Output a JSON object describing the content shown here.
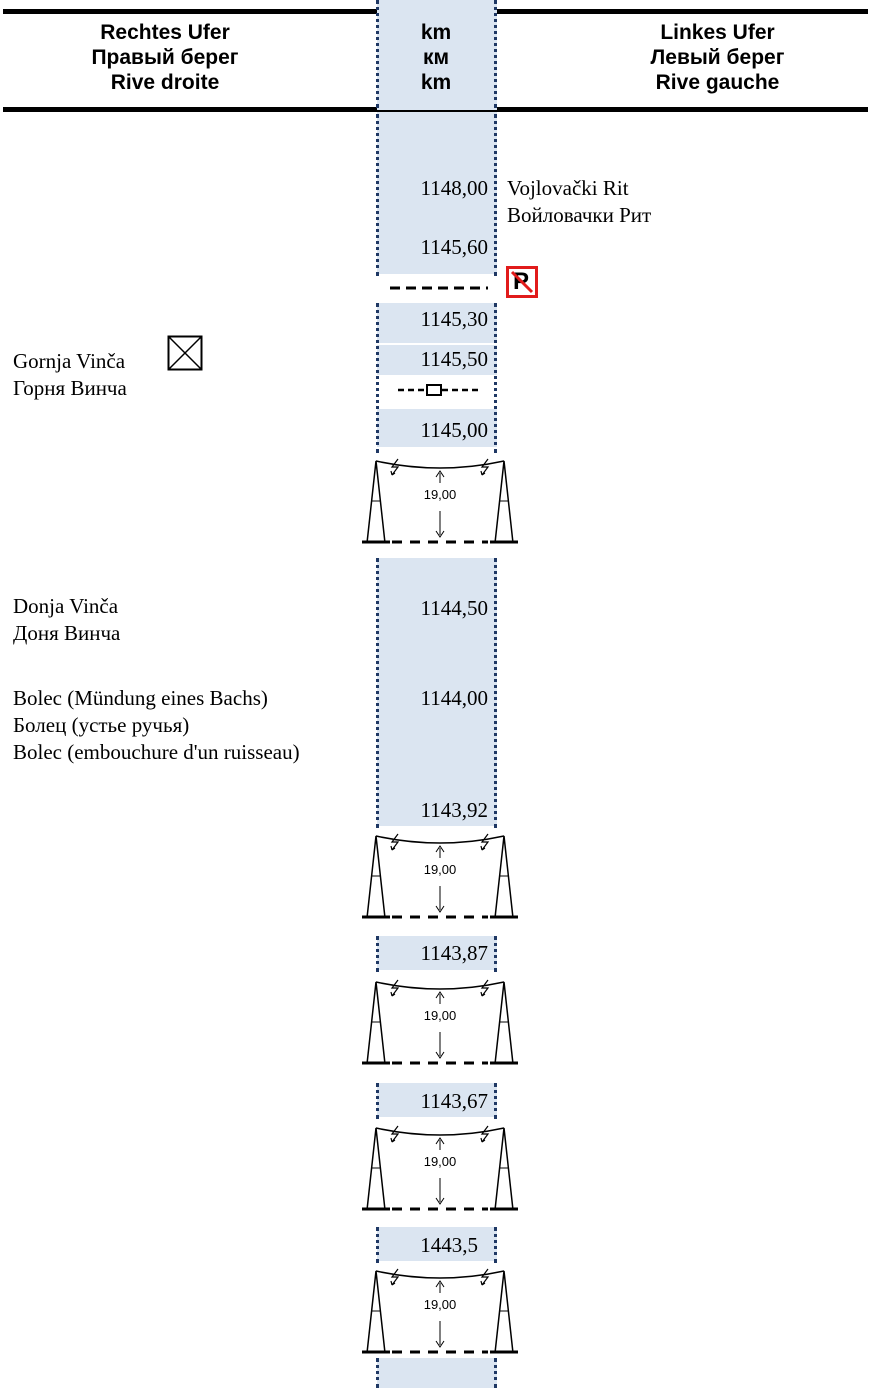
{
  "header": {
    "right_bank": [
      "Rechtes Ufer",
      "Правый берег",
      "Rive droite"
    ],
    "km": [
      "km",
      "км",
      "km"
    ],
    "left_bank": [
      "Linkes Ufer",
      "Левый берег",
      "Rive gauche"
    ]
  },
  "entries": [
    {
      "km": "1148,00",
      "left": [
        "Vojlovački Rit",
        "Войловачки Рит"
      ]
    },
    {
      "km": "1145,60"
    },
    {
      "km": "1145,30"
    },
    {
      "km": "1145,50",
      "right": [
        "Gornja Vinča",
        "Горня Винча"
      ]
    },
    {
      "km": "1145,00"
    },
    {
      "km": "1144,50",
      "right": [
        "Donja Vinča",
        "Доня Винча"
      ]
    },
    {
      "km": "1144,00",
      "right": [
        "Bolec (Mündung eines Bachs)",
        "Болец (устье ручья)",
        "Bolec (embouchure d'un ruisseau)"
      ]
    },
    {
      "km": "1143,92"
    },
    {
      "km": "1143,87"
    },
    {
      "km": "1143,67"
    },
    {
      "km": "1443,5"
    }
  ],
  "line_crossings": [
    {
      "clearance": "19,00"
    },
    {
      "clearance": "19,00"
    },
    {
      "clearance": "19,00"
    },
    {
      "clearance": "19,00"
    },
    {
      "clearance": "19,00"
    }
  ],
  "signs": {
    "no_parking": {
      "letter": "P",
      "icon": "no-parking-sign-icon",
      "color": "#e11b1b"
    },
    "right_bank_marker": {
      "icon": "crossed-box-sign-icon"
    }
  },
  "colors": {
    "km_band": "#dbe5f1",
    "km_band_border": "#1f3864"
  }
}
